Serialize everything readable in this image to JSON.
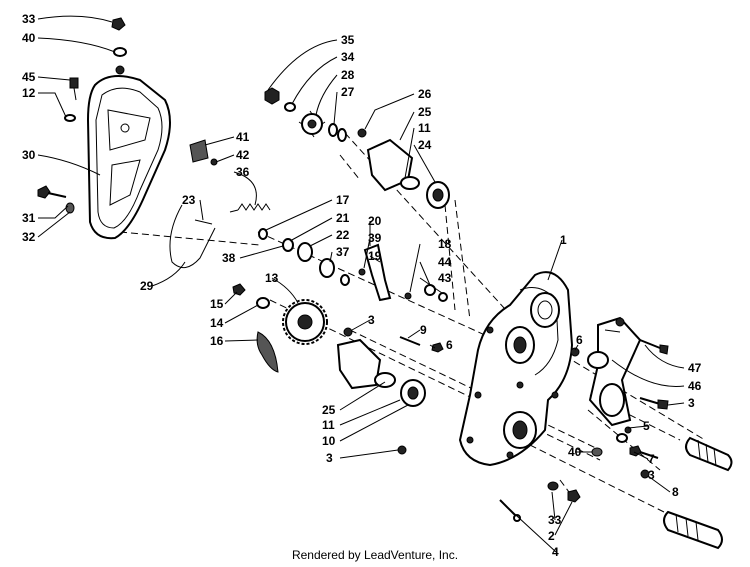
{
  "footer": "Rendered by LeadVenture, Inc.",
  "callouts": [
    "33",
    "40",
    "45",
    "12",
    "30",
    "31",
    "32",
    "35",
    "34",
    "28",
    "27",
    "26",
    "25",
    "11",
    "24",
    "41",
    "42",
    "36",
    "23",
    "17",
    "21",
    "22",
    "37",
    "38",
    "20",
    "39",
    "19",
    "18",
    "44",
    "43",
    "29",
    "13",
    "15",
    "14",
    "16",
    "3",
    "9",
    "6",
    "1",
    "25",
    "11",
    "10",
    "3",
    "6",
    "5",
    "7",
    "3",
    "8",
    "40",
    "33",
    "2",
    "4",
    "47",
    "46",
    "3"
  ]
}
